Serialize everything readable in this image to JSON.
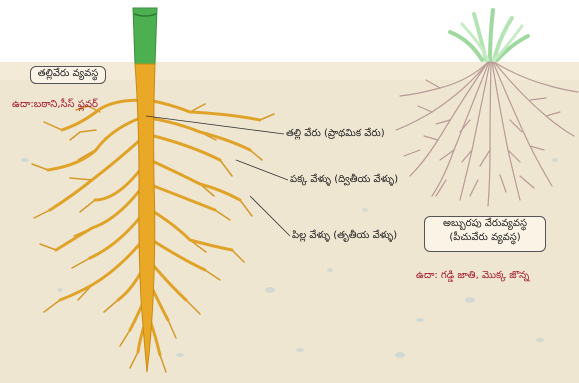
{
  "colors": {
    "soil": "#efe6d2",
    "soil_top": "#f3ead8",
    "stem": "#4caf50",
    "taproot": "#e9a825",
    "taproot_edge": "#c98a17",
    "fibrous": "#b89a96",
    "grass": "#9fd9a0",
    "example_text": "#a11a2e"
  },
  "left": {
    "system_title": "తల్లివేరు వ్యవస్థ",
    "example": "ఉదా:బఠాని,సీస్ ఫ్లవర్"
  },
  "labels": {
    "primary_root": "తల్లి వేరు (ప్రాథమిక వేరు)",
    "secondary_root": "పక్క వేళ్ళు (ద్వితీయ వేళ్ళు)",
    "tertiary_root": "పిల్ల వేళ్ళు (తృతీయ వేళ్ళు)"
  },
  "right": {
    "system_title_line1": "అబ్బురపు వేరువ్యవస్థ",
    "system_title_line2": "(పీచువేరు వ్యవస్థ)",
    "example": "ఉదా: గడ్డి జాతి, మొక్క జొన్న"
  }
}
